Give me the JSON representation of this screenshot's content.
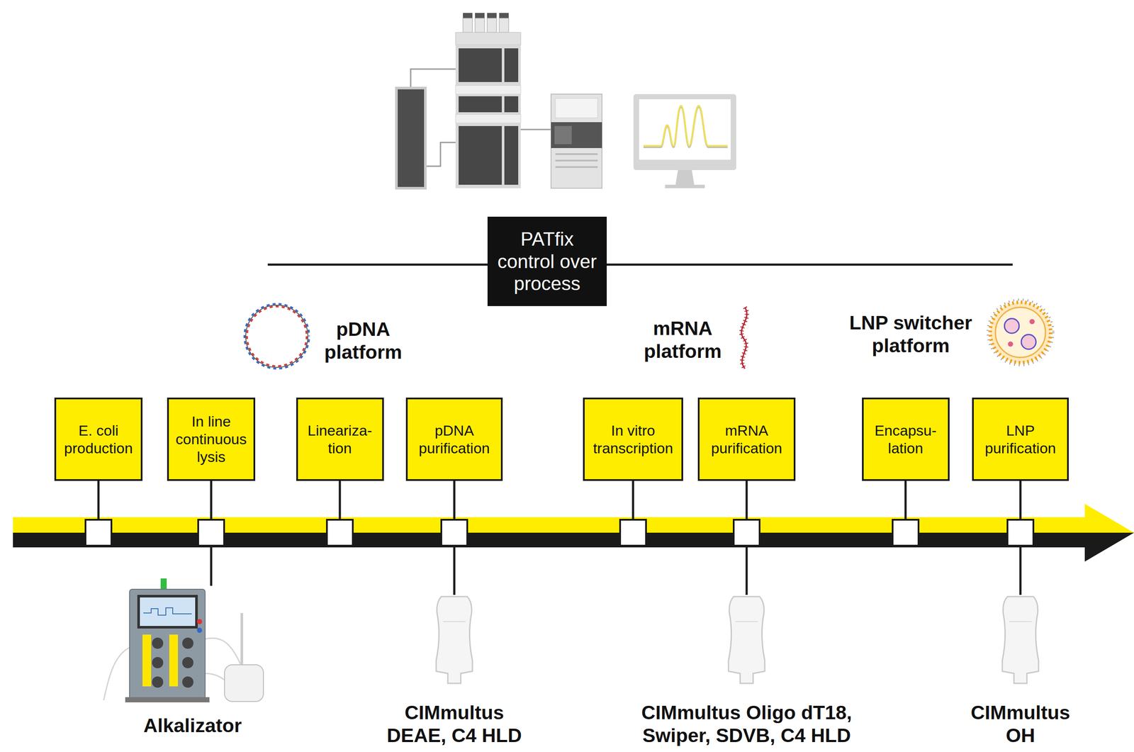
{
  "diagram": {
    "nodes": [
      {
        "text": [
          "PATfix control over process"
        ]
      },
      {
        "text": [
          "E. coli production"
        ]
      },
      {
        "text": [
          "In line continuous lysis"
        ]
      },
      {
        "text": [
          "Lineariza- tion"
        ]
      },
      {
        "text": [
          "pDNA purification"
        ]
      },
      {
        "text": [
          "In vitro transcription"
        ]
      },
      {
        "text": [
          "mRNA purification"
        ]
      },
      {
        "text": [
          "Encapsu- lation"
        ]
      },
      {
        "text": [
          "LNP purification"
        ]
      }
    ],
    "labels": [
      "pDNA platform",
      "mRNA platform",
      "LNP switcher platform",
      "Alkalizator",
      "CIMmultus DEAE, C4 HLD",
      "CIMmultus Oligo dT18, Swiper, SDVB, C4 HLD",
      "CIMmultus OH"
    ]
  }
}
